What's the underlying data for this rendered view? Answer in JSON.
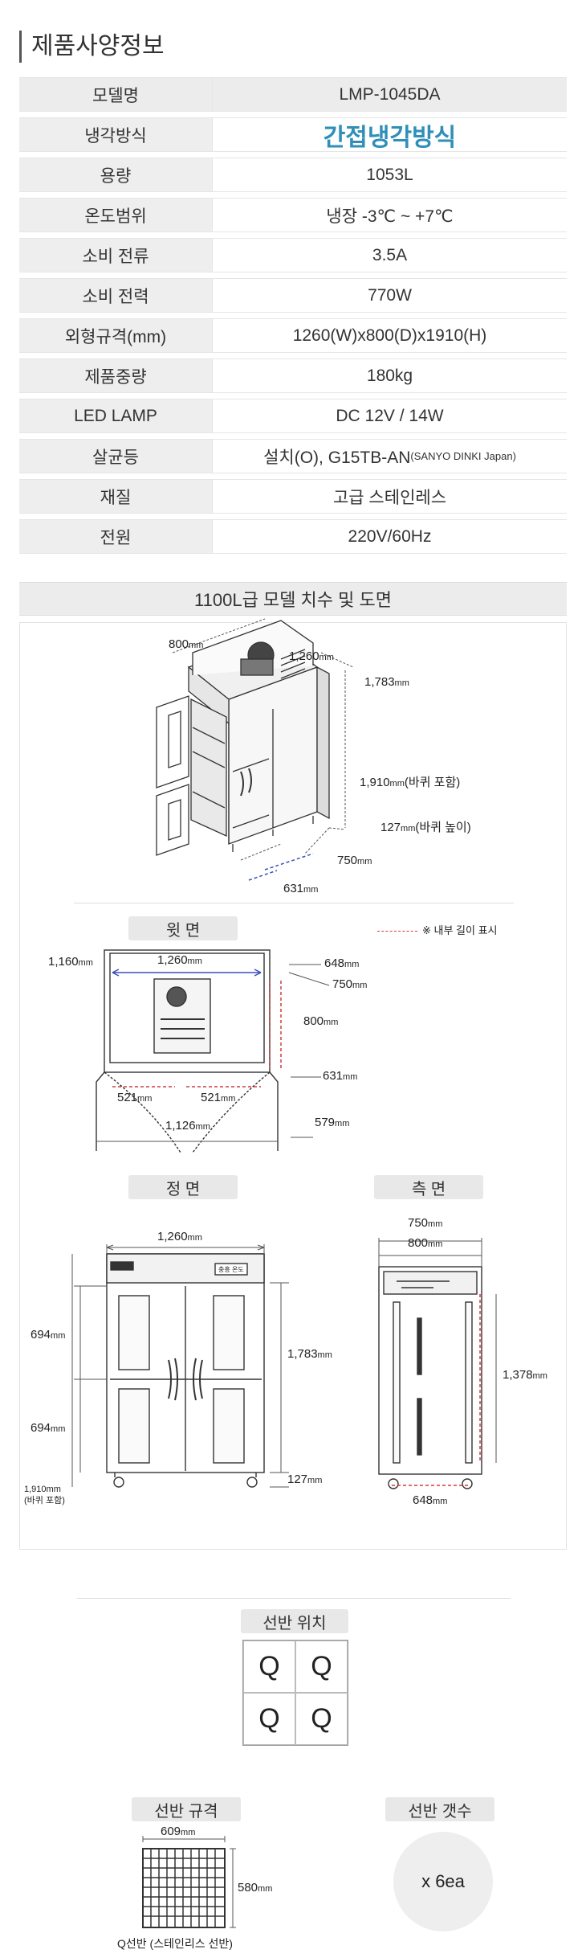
{
  "section_title": "제품사양정보",
  "spec_rows": [
    {
      "label": "모델명",
      "value": "LMP-1045DA"
    },
    {
      "label": "냉각방식",
      "value": "간접냉각방식"
    },
    {
      "label": "용량",
      "value": "1053L"
    },
    {
      "label": "온도범위",
      "value": "냉장 -3℃ ~ +7℃"
    },
    {
      "label": "소비 전류",
      "value": "3.5A"
    },
    {
      "label": "소비 전력",
      "value": "770W"
    },
    {
      "label": "외형규격(mm)",
      "value": "1260(W)x800(D)x1910(H)"
    },
    {
      "label": "제품중량",
      "value": "180kg"
    },
    {
      "label": "LED LAMP",
      "value": "DC 12V / 14W"
    },
    {
      "label": "살균등",
      "value": "설치(O), G15TB-AN",
      "value_suffix": "(SANYO DINKI Japan)"
    },
    {
      "label": "재질",
      "value": "고급 스테인레스"
    },
    {
      "label": "전원",
      "value": "220V/60Hz"
    }
  ],
  "drawing": {
    "header": "1100L급 모델 치수 및 도면",
    "perspective": {
      "d800": "800",
      "d1260": "1,260",
      "d1783": "1,783",
      "d1910": "1,910",
      "wheel_incl": "(바퀴 포함)",
      "d127": "127",
      "wheel_h": "(바퀴 높이)",
      "d750": "750",
      "d631": "631",
      "unit": "mm"
    },
    "top_view": {
      "title": "윗 면",
      "legend": "※ 내부 길이 표시",
      "d1160": "1,160",
      "d1260": "1,260",
      "d648": "648",
      "d750": "750",
      "d800": "800",
      "d631": "631",
      "d521a": "521",
      "d521b": "521",
      "d579": "579",
      "d1126": "1,126"
    },
    "front_view": {
      "title": "정 면",
      "d1260": "1,260",
      "d694a": "694",
      "d694b": "694",
      "d1783": "1,783",
      "d127": "127",
      "d1910": "1,910",
      "wheel_incl": "(바퀴 포함)",
      "panel": "충흥 온도"
    },
    "side_view": {
      "title": "측 면",
      "d750": "750",
      "d800": "800",
      "d1378": "1,378",
      "d648": "648"
    }
  },
  "shelf": {
    "position_title": "선반 위치",
    "cells": [
      "Q",
      "Q",
      "Q",
      "Q"
    ],
    "spec_title": "선반 규격",
    "width": "609",
    "depth": "580",
    "unit": "mm",
    "caption": "Q선반 (스테인리스 선반)",
    "count_title": "선반 갯수",
    "count": "x 6ea"
  },
  "colors": {
    "accent": "#2f8fb8",
    "dim_red": "#d43b3b",
    "dim_blue": "#3a4fb8"
  }
}
